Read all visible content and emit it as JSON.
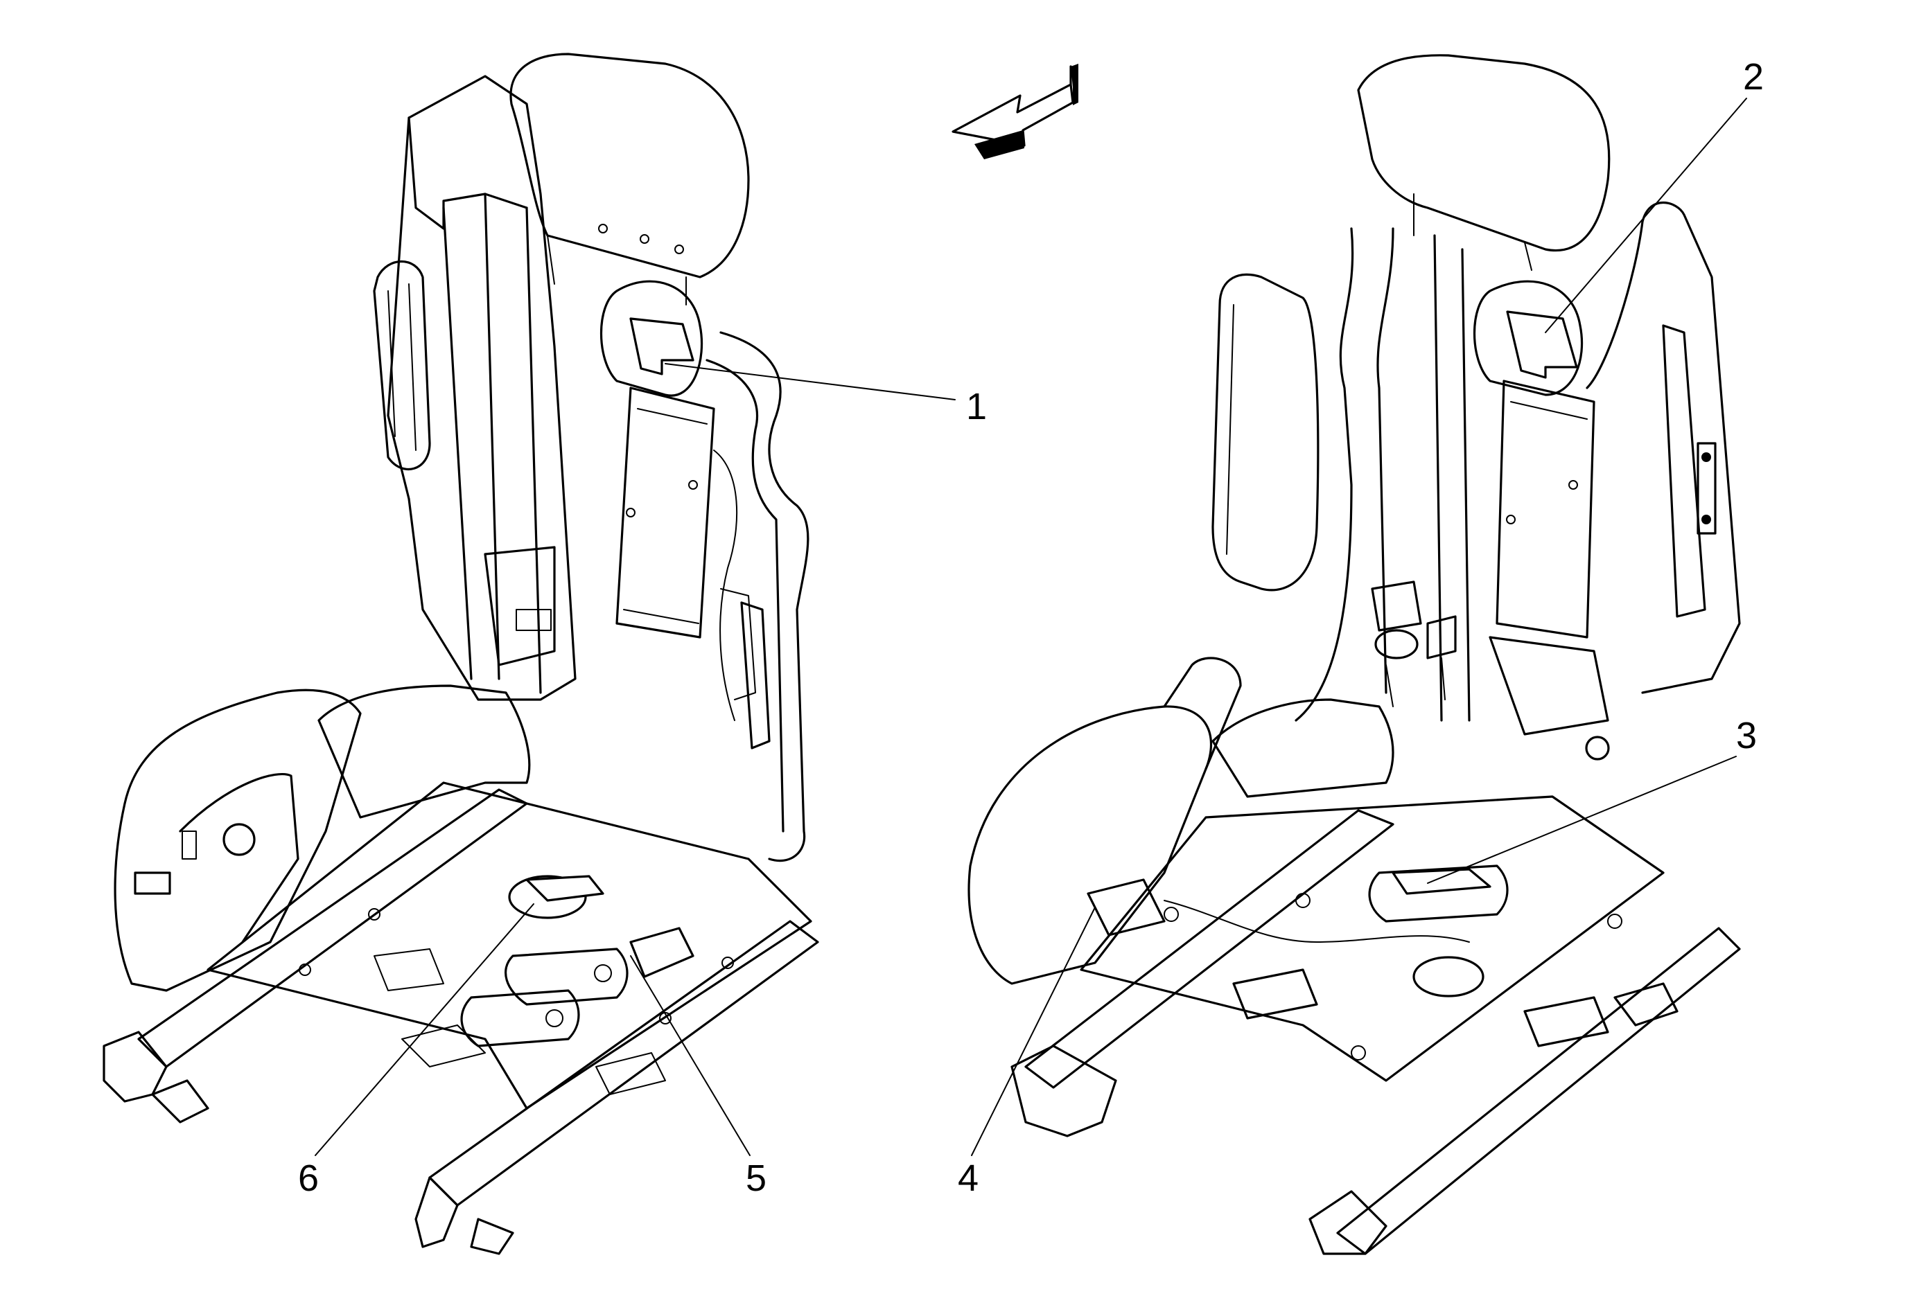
{
  "figure": {
    "direction_arrow": "front-arrow-icon"
  },
  "callouts": [
    {
      "id": "c1",
      "label": "1"
    },
    {
      "id": "c2",
      "label": "2"
    },
    {
      "id": "c3",
      "label": "3"
    },
    {
      "id": "c4",
      "label": "4"
    },
    {
      "id": "c5",
      "label": "5"
    },
    {
      "id": "c6",
      "label": "6"
    }
  ]
}
